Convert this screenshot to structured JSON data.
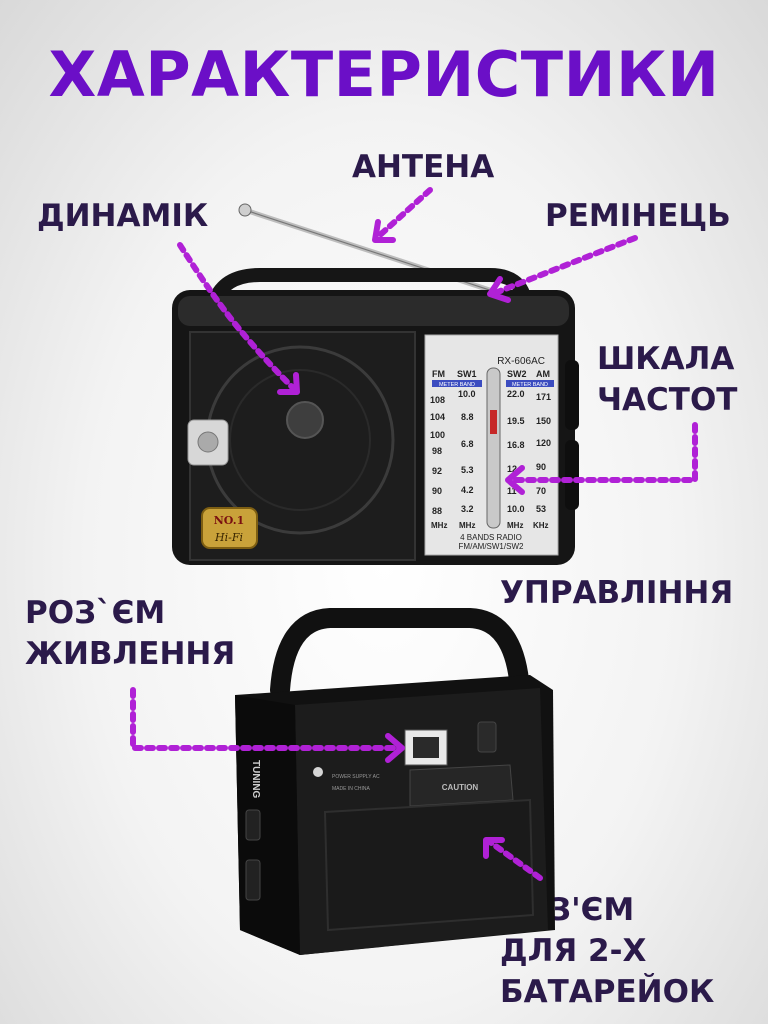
{
  "title": "ХАРАКТЕРИСТИКИ",
  "labels": {
    "antenna": "АНТЕНА",
    "speaker": "ДИНАМІК",
    "strap": "РЕМІНЕЦЬ",
    "scale_line1": "ШКАЛА",
    "scale_line2": "ЧАСТОТ",
    "controls": "УПРАВЛІННЯ",
    "power_line1": "РОЗ`ЄМ",
    "power_line2": "ЖИВЛЕННЯ",
    "battery_line1": "РОЗ'ЄМ",
    "battery_line2": "ДЛЯ 2-Х",
    "battery_line3": "БАТАРЕЙОК"
  },
  "radio_front": {
    "model": "RX-606AC",
    "bands_header": [
      "FM",
      "SW1",
      "SW2",
      "AM"
    ],
    "meter_band": "METER BAND",
    "fm_scale": [
      "108",
      "104",
      "100",
      "98",
      "92",
      "90",
      "88"
    ],
    "sw1_scale": [
      "10.0",
      "8.8",
      "6.8",
      "5.3",
      "4.2",
      "3.2"
    ],
    "sw2_scale": [
      "22.0",
      "19.5",
      "16.8",
      "12",
      "11",
      "10.0"
    ],
    "am_scale": [
      "171",
      "150",
      "120",
      "90",
      "70",
      "53"
    ],
    "units": [
      "MHz",
      "MHz",
      "MHz",
      "KHz"
    ],
    "footer_line1": "4 BANDS RADIO",
    "footer_line2": "FM/AM/SW1/SW2",
    "badge_top": "NO.1",
    "badge_bottom": "Hi-Fi"
  },
  "radio_back": {
    "side_text": "TUNING",
    "caution": "CAUTION",
    "made_in": "MADE IN CHINA",
    "power_supply": "POWER SUPPLY AC"
  },
  "colors": {
    "title": "#6b0fc7",
    "label": "#2b1a4a",
    "arrow": "#b021d6"
  }
}
